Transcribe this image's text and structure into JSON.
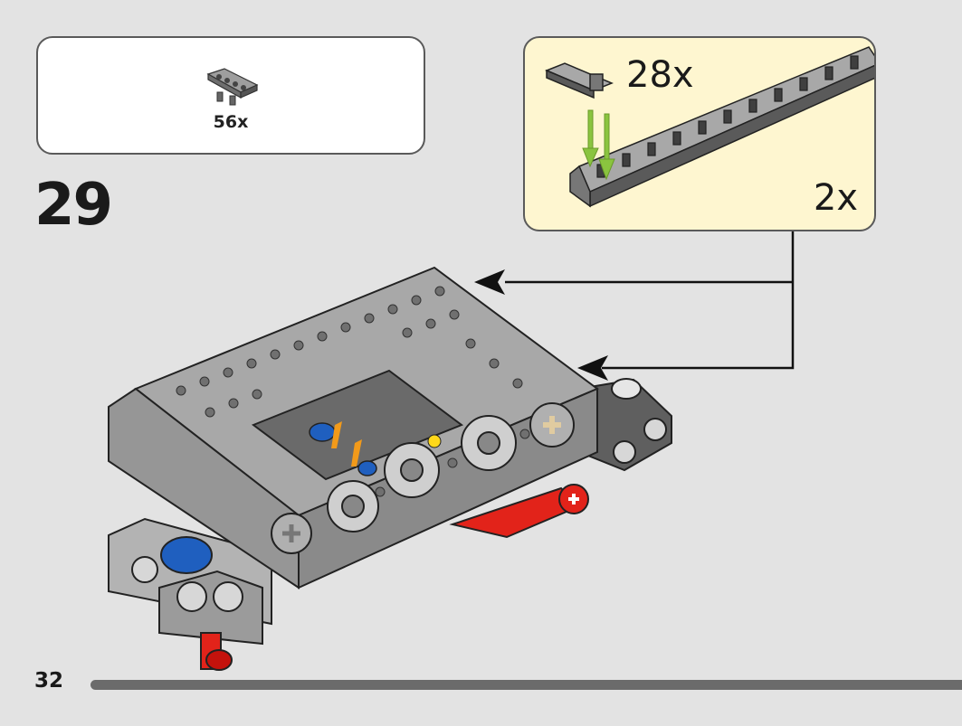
{
  "parts_list": {
    "items": [
      {
        "part": "grey-technic-plate-icon",
        "count": "56x"
      }
    ]
  },
  "step": {
    "number": "29"
  },
  "sub_assembly": {
    "quantity_top": "28x",
    "quantity_bottom": "2x"
  },
  "page": {
    "number": "32",
    "progress_fraction": 1.0
  },
  "colors": {
    "background": "#e3e3e3",
    "callout_background": "#fef6d0",
    "brick_grey": "#a5a5a5",
    "brick_dark": "#555555",
    "arrow_green": "#8ac43f",
    "accent_red": "#e2231a",
    "accent_blue": "#1f5fbf"
  }
}
